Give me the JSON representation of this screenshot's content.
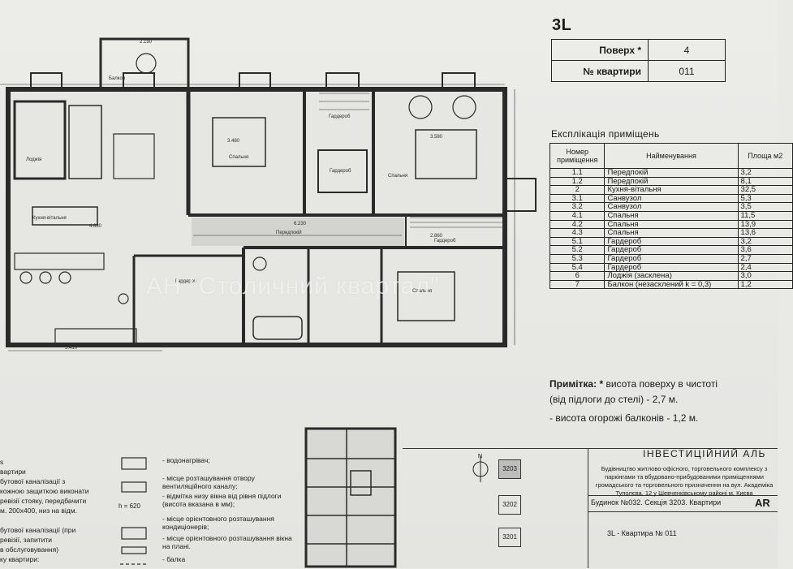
{
  "plan_code": "3L",
  "info": {
    "floor_label": "Поверх *",
    "floor_value": "4",
    "apt_label": "№ квартири",
    "apt_value": "011"
  },
  "explication": {
    "title": "Експлікація приміщень",
    "header": {
      "num": "Номер приміщення",
      "name": "Найменування",
      "area": "Площа м2"
    },
    "rows": [
      {
        "n": "1.1",
        "name": "Передпокій",
        "a": "3,2"
      },
      {
        "n": "1.2",
        "name": "Передпокій",
        "a": "8,1"
      },
      {
        "n": "2",
        "name": "Кухня-вітальня",
        "a": "32,5"
      },
      {
        "n": "3.1",
        "name": "Санвузол",
        "a": "5,3"
      },
      {
        "n": "3.2",
        "name": "Санвузол",
        "a": "3,5"
      },
      {
        "n": "4.1",
        "name": "Спальня",
        "a": "11,5"
      },
      {
        "n": "4.2",
        "name": "Спальня",
        "a": "13,9"
      },
      {
        "n": "4.3",
        "name": "Спальня",
        "a": "13,6"
      },
      {
        "n": "5.1",
        "name": "Гардероб",
        "a": "3,2"
      },
      {
        "n": "5.2",
        "name": "Гардероб",
        "a": "3,6"
      },
      {
        "n": "5.3",
        "name": "Гардероб",
        "a": "2,7"
      },
      {
        "n": "5.4",
        "name": "Гардероб",
        "a": "2,4"
      },
      {
        "n": "6",
        "name": "Лоджія (засклена)",
        "a": "3,0"
      },
      {
        "n": "7",
        "name": "Балкон  (незасклений k = 0,3)",
        "a": "1,2"
      }
    ]
  },
  "notes": {
    "label": "Примітка:",
    "star": "*",
    "line1": " висота поверху в чистоті",
    "line2": "(від підлоги до стелі) - 2,7 м.",
    "line3": "- висота огорожі балконів  - 1,2 м."
  },
  "legend": {
    "left_lines": [
      "s",
      "вартири",
      "бутової каналізації з",
      "кожною защиткою виконати",
      "ревізії стояку, передбачити",
      "м. 200х400, низ на відм.",
      "",
      "бутової каналізації (при",
      "ревізії, запитити",
      "в обслуговування)",
      "ку квартири:"
    ],
    "items": [
      "- водонагрівач;",
      "- місце розташування отвору вентиляційного каналу;",
      "- відмітка низу вікна від рівня підлоги (висота вказана в мм);",
      "- місце орієнтовного розташування кондиціонерів;",
      "- місце орієнтовного розташування вікна на плані.",
      "- балка"
    ],
    "h_label": "h = 620"
  },
  "stamp": {
    "title": "ІНВЕСТИЦІЙНИЙ АЛЬ",
    "desc": "Будівництво житлово-офісного, торговельного комплексу з паркінгами та вбудовано-прибудованими приміщеннями громадського та торговельного призначення на вул. Академіка Туполєва, 12 у Шевченківському районі м. Києва",
    "building": "Будинок №032. Секція 3203. Квартири",
    "logo": "AR",
    "apartment": "3L - Квартира № 011",
    "sections": [
      "3203",
      "3202",
      "3201"
    ]
  },
  "rooms_on_plan": {
    "balcony": "Балкон",
    "kitchen": "Кухня-вітальня",
    "bedroom": "Спальня",
    "wardrobe": "Гардероб",
    "hall": "Передпокій",
    "loggia": "Лоджія",
    "wc": "Санвузол"
  },
  "dims": {
    "d1": "2.150",
    "d2": "6.230",
    "d3": "4.880",
    "d4": "3.410",
    "d5": "3.480",
    "d6": "3.580",
    "d7": "2.860"
  },
  "watermark": "АН \"Столичний квартал\""
}
